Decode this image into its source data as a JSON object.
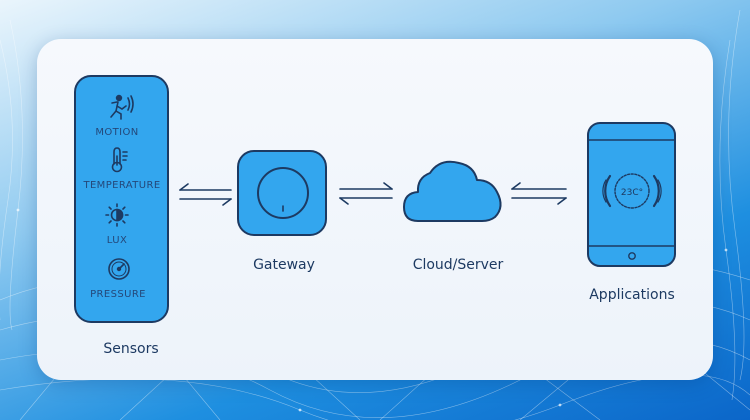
{
  "nodes": {
    "sensors": {
      "label": "Sensors",
      "items": [
        {
          "label": "MOTION",
          "icon": "motion-icon"
        },
        {
          "label": "TEMPERATURE",
          "icon": "thermometer-icon"
        },
        {
          "label": "LUX",
          "icon": "light-icon"
        },
        {
          "label": "PRESSURE",
          "icon": "gauge-icon"
        }
      ]
    },
    "gateway": {
      "label": "Gateway",
      "icon": "gateway-icon"
    },
    "cloud": {
      "label": "Cloud/Server",
      "icon": "cloud-icon"
    },
    "applications": {
      "label": "Applications",
      "icon": "phone-icon",
      "display": "23C°"
    }
  },
  "connections": [
    {
      "from": "sensors",
      "to": "gateway",
      "style": "bidirectional"
    },
    {
      "from": "gateway",
      "to": "cloud",
      "style": "bidirectional"
    },
    {
      "from": "cloud",
      "to": "applications",
      "style": "bidirectional"
    }
  ],
  "colors": {
    "accent": "#33a6ee",
    "stroke": "#1d3a62",
    "card": "#f3f7fc"
  }
}
